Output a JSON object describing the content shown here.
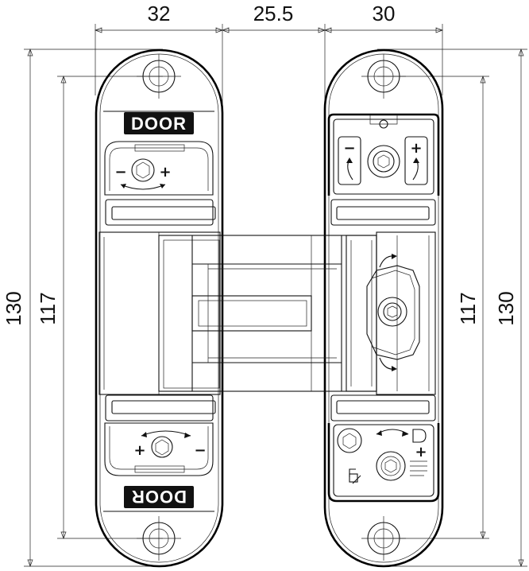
{
  "dimensions": {
    "top_left_width": "32",
    "top_gap": "25.5",
    "top_right_width": "30",
    "left_outer_height": "130",
    "left_inner_height": "117",
    "right_inner_height": "117",
    "right_outer_height": "130"
  },
  "labels": {
    "door_top": "DOOR",
    "door_bottom": "DOOR",
    "minus": "−",
    "plus": "+"
  },
  "icons": [
    "screw-hole-icon",
    "adjust-arrow-icon",
    "hex-screw-icon",
    "lock-icon"
  ]
}
